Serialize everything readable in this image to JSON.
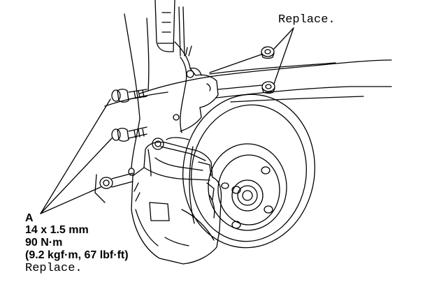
{
  "callouts": {
    "replace_top": "Replace.",
    "item_letter": "A",
    "bolt_size": "14 x 1.5 mm",
    "torque_metric": "90 N·m",
    "torque_alt": "(9.2 kgf·m, 67 lbf·ft)",
    "replace_bottom": "Replace."
  },
  "colors": {
    "line": "#000000",
    "background": "#ffffff"
  }
}
